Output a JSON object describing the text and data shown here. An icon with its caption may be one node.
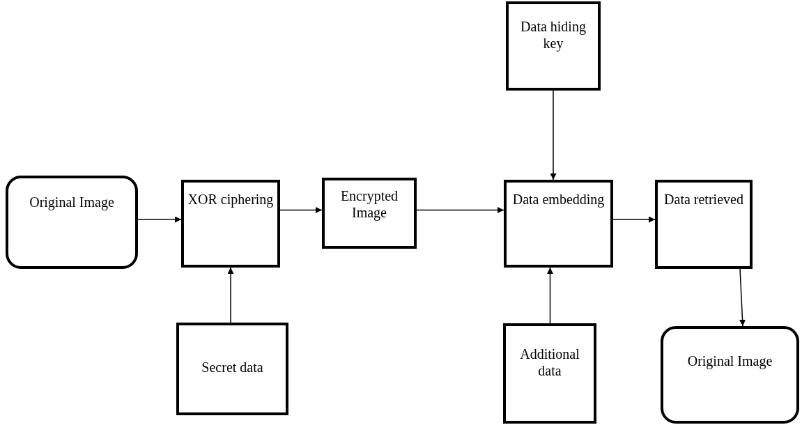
{
  "diagram": {
    "nodes": [
      {
        "text": [
          "Data hiding key"
        ]
      },
      {
        "text": [
          "Original Image"
        ]
      },
      {
        "text": [
          "XOR ciphering"
        ]
      },
      {
        "text": [
          "Encrypted Image"
        ]
      },
      {
        "text": [
          "Data embedding"
        ]
      },
      {
        "text": [
          "Data retrieved"
        ]
      },
      {
        "text": [
          "Secret data"
        ]
      },
      {
        "text": [
          "Additional data"
        ]
      },
      {
        "text": [
          "Original Image"
        ]
      }
    ],
    "edges": [
      {
        "from": 1,
        "to": 2,
        "arrow": "to"
      },
      {
        "from": 2,
        "to": 3,
        "arrow": "to"
      },
      {
        "from": 3,
        "to": 4,
        "arrow": "to"
      },
      {
        "from": 4,
        "to": 5,
        "arrow": "to"
      },
      {
        "from": 0,
        "to": 4,
        "arrow": "to"
      },
      {
        "from": 6,
        "to": 2,
        "arrow": "to"
      },
      {
        "from": 7,
        "to": 4,
        "arrow": "to"
      },
      {
        "from": 5,
        "to": 8,
        "arrow": "to"
      }
    ]
  }
}
